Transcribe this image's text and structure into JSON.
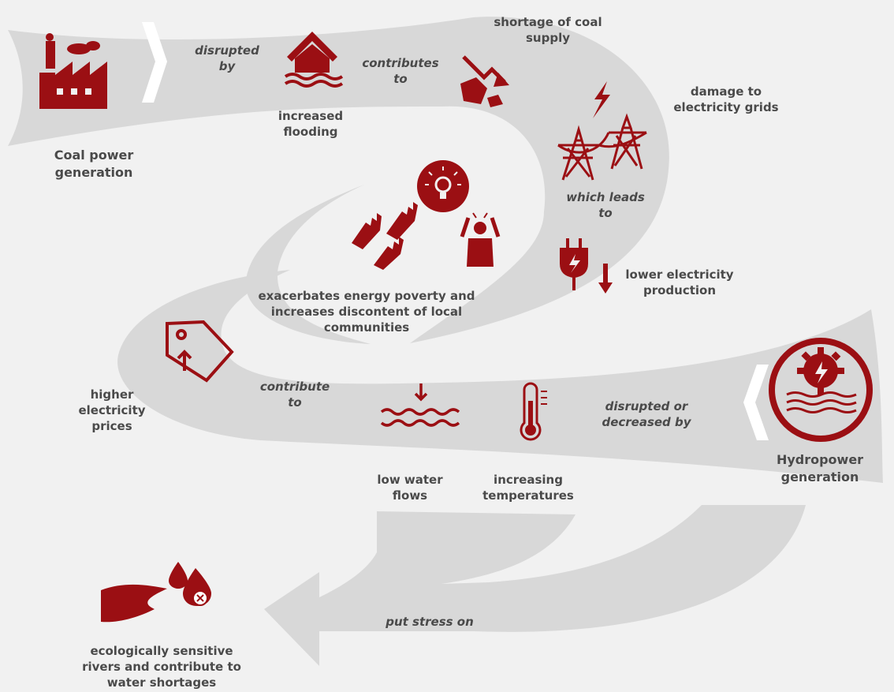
{
  "colors": {
    "accent": "#9b0f13",
    "arrow": "#d8d8d8",
    "background": "#f1f1f1",
    "text": "#4a4a4a"
  },
  "nodes": {
    "coal": "Coal power\ngeneration",
    "flooding": "increased\nflooding",
    "shortage": "shortage of coal\nsupply",
    "grids": "damage to\nelectricity grids",
    "lower_production": "lower electricity\nproduction",
    "poverty": "exacerbates energy poverty and\nincreases discontent of local\ncommunities",
    "prices": "higher\nelectricity\nprices",
    "low_water": "low water\nflows",
    "temperatures": "increasing\ntemperatures",
    "hydro": "Hydropower\ngeneration",
    "rivers": "ecologically sensitive\nrivers and contribute to\nwater shortages"
  },
  "connectors": {
    "disrupted_by": "disrupted\nby",
    "contributes_to": "contributes\nto",
    "which_leads_to": "which leads\nto",
    "contribute_to": "contribute\nto",
    "disrupted_or_decreased_by": "disrupted or\ndecreased by",
    "put_stress_on": "put stress on"
  },
  "icons": [
    "factory-icon",
    "flooded-house-icon",
    "coal-decline-icon",
    "lightning-icon",
    "power-pylons-icon",
    "plug-icon",
    "down-arrow-icon",
    "lightbulb-icon",
    "raised-hands-icon",
    "distressed-person-icon",
    "price-tag-up-icon",
    "low-water-icon",
    "thermometer-icon",
    "hydro-turbine-icon",
    "river-drought-icon"
  ]
}
